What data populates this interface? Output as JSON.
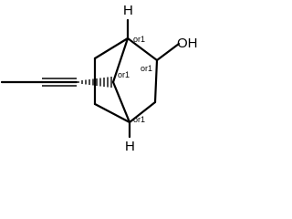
{
  "molecule": {
    "atoms": {
      "h_top": "H",
      "oh": "OH",
      "h_bottom": "H"
    },
    "stereo_labels": {
      "c1": "or1",
      "c2": "or1",
      "c7": "or1",
      "c4": "or1"
    }
  }
}
